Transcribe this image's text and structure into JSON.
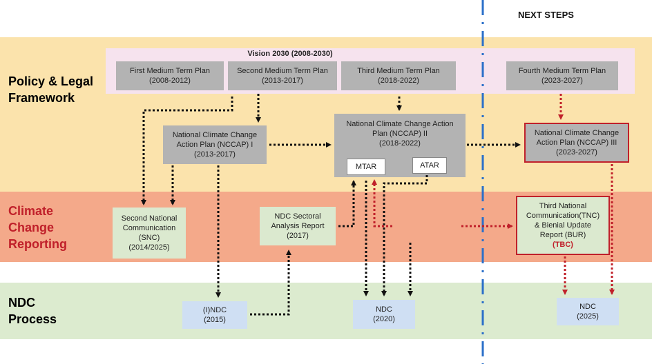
{
  "bands": {
    "policy_label": "Policy & Legal\nFramework",
    "reporting_label": "Climate\nChange\nReporting",
    "ndc_label": "NDC\nProcess"
  },
  "next_steps": "NEXT STEPS",
  "vision": "Vision 2030 (2008-2030)",
  "plans": {
    "mtp1": {
      "name": "First Medium Term Plan",
      "years": "(2008-2012)"
    },
    "mtp2": {
      "name": "Second Medium Term Plan",
      "years": "(2013-2017)"
    },
    "mtp3": {
      "name": "Third Medium Term Plan",
      "years": "(2018-2022)"
    },
    "mtp4": {
      "name": "Fourth Medium Term Plan",
      "years": "(2023-2027)"
    }
  },
  "nccap": {
    "n1": {
      "l1": "National Climate Change",
      "l2": "Action Plan (NCCAP) I",
      "years": "(2013-2017)"
    },
    "n2": {
      "l1": "National Climate Change Action",
      "l2": "Plan (NCCAP) II",
      "years": "(2018-2022)"
    },
    "n3": {
      "l1": "National Climate Change",
      "l2": "Action Plan (NCCAP) III",
      "years": "(2023-2027)"
    },
    "mtar": "MTAR",
    "atar": "ATAR"
  },
  "reporting": {
    "snc": {
      "l1": "Second National",
      "l2": "Communication",
      "l3": "(SNC)",
      "years": "(2014/2025)"
    },
    "ndc_sectoral": {
      "l1": "NDC Sectoral",
      "l2": "Analysis Report",
      "years": "(2017)"
    },
    "tnc": {
      "l1": "Third National",
      "l2": "Communication(TNC)",
      "l3": "& Bienial Update",
      "l4": "Report (BUR)",
      "tbc": "(TBC)"
    }
  },
  "ndc": {
    "i_ndc": {
      "name": "(I)NDC",
      "years": "(2015)"
    },
    "ndc2020": {
      "name": "NDC",
      "years": "(2020)"
    },
    "ndc2025": {
      "name": "NDC",
      "years": "(2025)"
    }
  },
  "colors": {
    "policy_band": "#fbe3ac",
    "reporting_band": "#f4a98a",
    "ndc_band": "#dcebcf",
    "vision_band": "#f6e3ee",
    "divider": "#2a6fc9",
    "black_arrow": "#111111",
    "red_arrow": "#c0202a",
    "tbc_text": "#c0202a"
  }
}
